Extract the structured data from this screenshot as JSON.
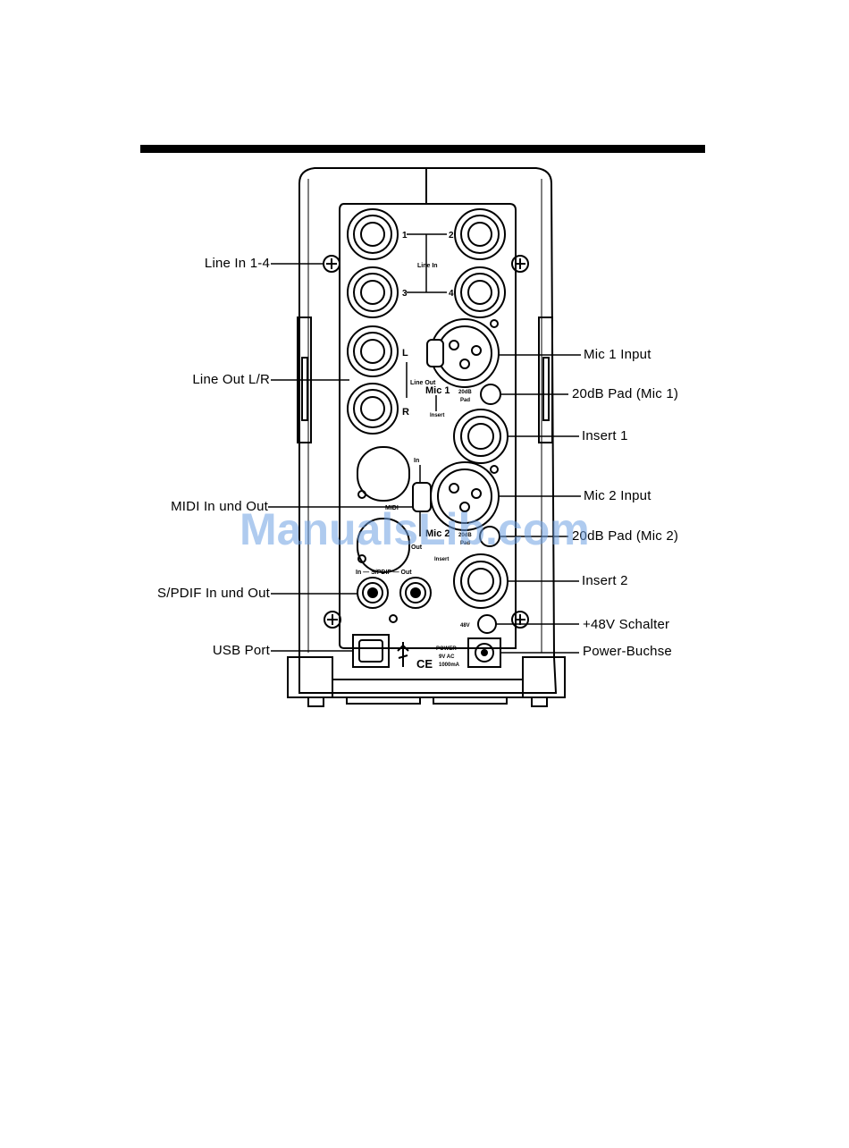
{
  "labels": {
    "line_in": "Line In 1-4",
    "line_out": "Line Out L/R",
    "midi": "MIDI In und Out",
    "spdif": "S/PDIF In und Out",
    "usb": "USB Port",
    "mic1": "Mic 1 Input",
    "pad1": "20dB Pad (Mic 1)",
    "insert1": "Insert 1",
    "mic2": "Mic 2 Input",
    "pad2": "20dB Pad (Mic 2)",
    "insert2": "Insert 2",
    "phantom": "+48V Schalter",
    "power": "Power-Buchse"
  },
  "panel_text": {
    "n1": "1",
    "n2": "2",
    "n3": "3",
    "n4": "4",
    "line_in": "Line In",
    "L": "L",
    "R": "R",
    "line_out": "Line Out",
    "mic1": "Mic 1",
    "insert_a": "Insert",
    "pad_a": "20dB",
    "pad_b": "Pad",
    "midi_in": "In",
    "midi": "MIDI",
    "midi_out": "Out",
    "mic2": "Mic 2",
    "insert_b": "Insert",
    "pad2_a": "20dB",
    "pad2_b": "Pad",
    "spdif": "In — S/PDIF — Out",
    "v48": "48V",
    "power_a": "POWER",
    "power_b": "9V AC",
    "power_c": "1000mA",
    "ce": "CE"
  },
  "watermark": "ManualsLib.com"
}
